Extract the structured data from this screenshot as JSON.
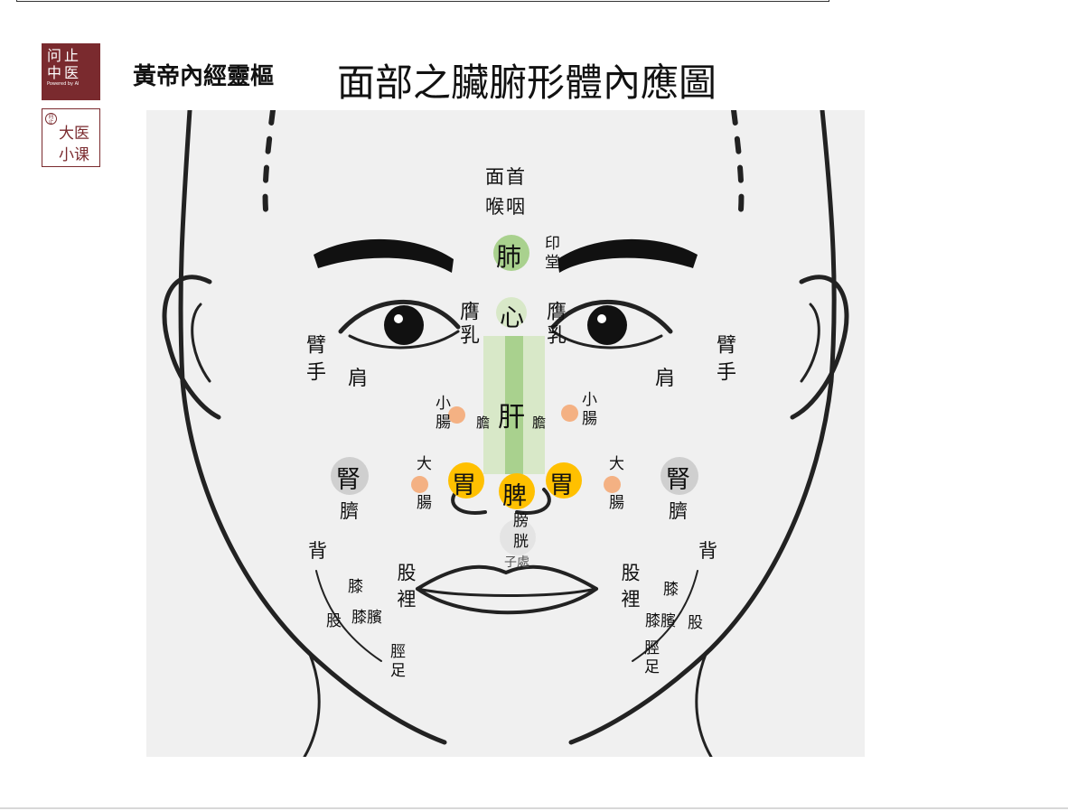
{
  "logo_top": {
    "line1": "问止",
    "line2": "中医",
    "powered": "Powered by AI"
  },
  "logo_bottom": {
    "mini": "问止",
    "line1": "大医",
    "line2": "小课"
  },
  "subtitle": "黃帝內經靈樞",
  "title": "面部之臟腑形體內應圖",
  "labels": {
    "face_head": "面首",
    "throat": "喉咽",
    "lung": "肺",
    "yintang": "印堂",
    "heart": "心",
    "chest_breast": "膺乳",
    "liver": "肝",
    "gallbladder": "膽",
    "small_intestine": "小腸",
    "arm_hand": "臂手",
    "shoulder": "肩",
    "stomach": "胃",
    "spleen": "脾",
    "large_intestine": "大腸",
    "kidney": "腎",
    "navel": "臍",
    "bladder": "膀胱",
    "uterus": "子處",
    "back": "背",
    "thigh_inner": "股裡",
    "knee": "膝",
    "thigh": "股",
    "kneecap": "膝臏",
    "shin_foot": "脛足"
  },
  "colors": {
    "green": "#a9d18e",
    "light_green": "#d8e8c8",
    "orange": "#f4b183",
    "yellow_orange": "#ffc000",
    "grey": "#cfcfcf",
    "logo_red": "#7a2a2e"
  }
}
